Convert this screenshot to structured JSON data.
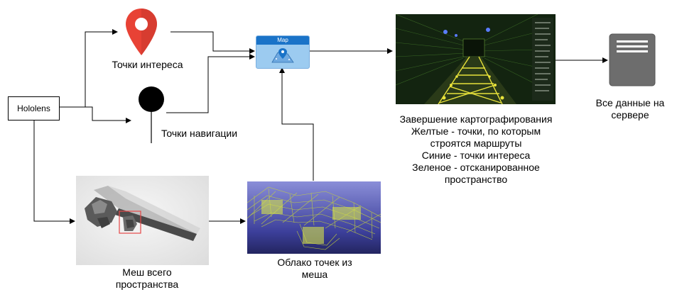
{
  "nodes": {
    "hololens": "Hololens",
    "poi": "Точки интереса",
    "nav_points": "Точки навигации",
    "map_title": "Map",
    "mapping_complete": "Завершение картографирования\nЖелтые - точки, по которым\nстроятся маршруты\nСиние - точки интереса\nЗеленое - отсканированное\nпространство",
    "server": "Все данные на\nсервере",
    "mesh": "Меш всего\nпространства",
    "cloud": "Облако точек из\nмеша"
  },
  "icons": {
    "poi": "map-pin-icon",
    "nav": "navigation-point-icon",
    "map": "map-app-icon",
    "server": "server-icon"
  },
  "colors": {
    "pin": "#e84235",
    "map_header": "#1a73c8",
    "map_body": "#9ccbf0",
    "server": "#6d6d6d",
    "highlight": "#e54848",
    "cloud": "#c6d33c",
    "tunnel_floor": "#e8e23a"
  }
}
